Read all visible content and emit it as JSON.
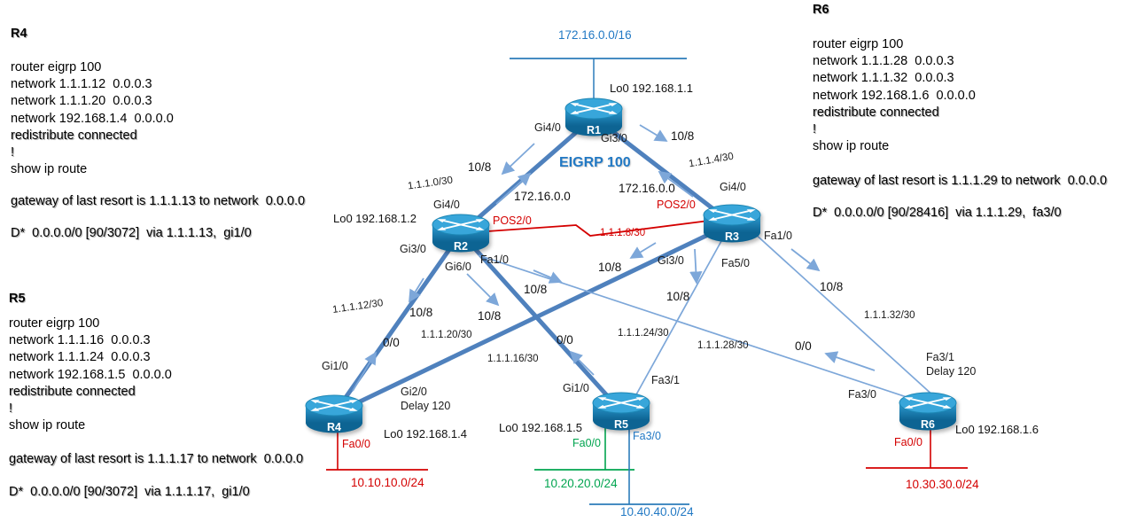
{
  "diagram_title": "EIGRP 100",
  "top_network": "172.16.0.0/16",
  "routers": {
    "r1": {
      "name": "R1",
      "loopback": "Lo0 192.168.1.1"
    },
    "r2": {
      "name": "R2",
      "loopback": "Lo0 192.168.1.2"
    },
    "r3": {
      "name": "R3"
    },
    "r4": {
      "name": "R4",
      "loopback": "Lo0 192.168.1.4"
    },
    "r5": {
      "name": "R5",
      "loopback": "Lo0 192.168.1.5"
    },
    "r6": {
      "name": "R6",
      "loopback": "Lo0 192.168.1.6"
    }
  },
  "links": {
    "r1_r2": {
      "network": "1.1.1.0/30",
      "if_r1": "Gi4/0",
      "if_r2": "Gi4/0",
      "down": "10/8",
      "up": "172.16.0.0"
    },
    "r1_r3": {
      "network": "1.1.1.4/30",
      "if_r1": "Gi3/0",
      "if_r3": "Gi4/0",
      "down": "10/8",
      "up": "172.16.0.0"
    },
    "r2_r3": {
      "network": "1.1.1.8/30",
      "if_r2": "POS2/0",
      "if_r3": "POS2/0"
    },
    "r2_r4": {
      "network": "1.1.1.12/30",
      "if_r2": "Gi3/0",
      "if_r4": "Gi1/0",
      "down": "10/8",
      "up": "0/0"
    },
    "r2_r5": {
      "network": "1.1.1.16/30",
      "if_r2": "Gi6/0",
      "if_r5": "Gi1/0",
      "down": "10/8",
      "up": "0/0"
    },
    "r2_r6": {
      "network": "1.1.1.28/30",
      "if_r2": "Fa1/0",
      "if_r6": "Fa3/0",
      "down": "10/8",
      "up": "0/0"
    },
    "r3_r4": {
      "network": "1.1.1.20/30",
      "if_r3": "Gi3/0",
      "if_r4": "Gi2/0",
      "if_r4_note": "Delay 120",
      "down": "10/8"
    },
    "r3_r5": {
      "network": "1.1.1.24/30",
      "if_r3": "Fa5/0",
      "if_r5": "Fa3/1",
      "down": "10/8"
    },
    "r3_r6": {
      "network": "1.1.1.32/30",
      "if_r3": "Fa1/0",
      "if_r6": "Fa3/1",
      "if_r6_note": "Delay 120",
      "down": "10/8"
    }
  },
  "stub_networks": {
    "r4_lan": {
      "interface": "Fa0/0",
      "network": "10.10.10.0/24"
    },
    "r5_lan1": {
      "interface": "Fa0/0",
      "network": "10.20.20.0/24"
    },
    "r5_lan2": {
      "interface": "Fa3/0",
      "network": "10.40.40.0/24"
    },
    "r6_lan": {
      "interface": "Fa0/0",
      "network": "10.30.30.0/24"
    }
  },
  "config_blocks": [
    {
      "router": "R4",
      "lines": [
        "router eigrp 100",
        "network 1.1.1.12  0.0.0.3",
        "network 1.1.1.20  0.0.0.3",
        "network 192.168.1.4  0.0.0.0",
        "redistribute connected",
        "!",
        "show ip route"
      ],
      "gateway": "gateway of last resort is 1.1.1.13 to network  0.0.0.0",
      "route": "D*  0.0.0.0/0 [90/3072]  via 1.1.1.13,  gi1/0"
    },
    {
      "router": "R5",
      "lines": [
        "router eigrp 100",
        "network 1.1.1.16  0.0.0.3",
        "network 1.1.1.24  0.0.0.3",
        "network 192.168.1.5  0.0.0.0",
        "redistribute connected",
        "!",
        "show ip route"
      ],
      "gateway": "gateway of last resort is 1.1.1.17 to network  0.0.0.0",
      "route": "D*  0.0.0.0/0 [90/3072]  via 1.1.1.17,  gi1/0"
    },
    {
      "router": "R6",
      "lines": [
        "router eigrp 100",
        "network 1.1.1.28  0.0.0.3",
        "network 1.1.1.32  0.0.0.3",
        "network 192.168.1.6  0.0.0.0",
        "redistribute connected",
        "!",
        "show ip route"
      ],
      "gateway": "gateway of last resort is 1.1.1.29 to network  0.0.0.0",
      "route": "D*  0.0.0.0/0 [90/28416]  via 1.1.1.29,  fa3/0"
    }
  ],
  "colors": {
    "thick_link": "#4f81bd",
    "thin_link": "#7da7d9",
    "serial_link": "#d40000",
    "lan_red": "#d40000",
    "lan_green": "#00a44f",
    "lan_blue": "#2b7bba",
    "blue_text": "#2279c4"
  }
}
